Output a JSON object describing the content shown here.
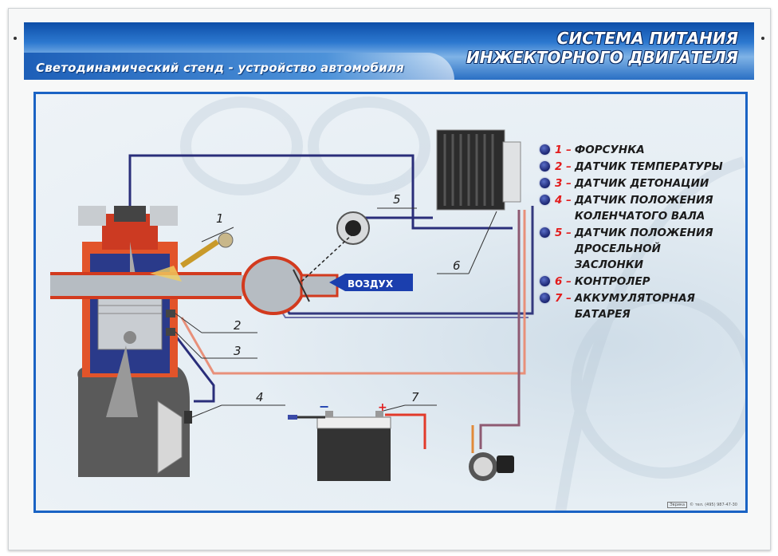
{
  "header": {
    "subtitle": "Светодинамический стенд - устройство автомобиля",
    "title_line1": "СИСТЕМА ПИТАНИЯ",
    "title_line2": "ИНЖЕКТОРНОГО ДВИГАТЕЛЯ"
  },
  "diagram": {
    "air_label": "ВОЗДУХ",
    "callouts": [
      "1",
      "2",
      "3",
      "4",
      "5",
      "6",
      "7"
    ],
    "battery_minus": "−",
    "battery_plus": "+"
  },
  "legend": [
    {
      "num": "1 –",
      "text": "ФОРСУНКА"
    },
    {
      "num": "2 –",
      "text": "ДАТЧИК ТЕМПЕРАТУРЫ"
    },
    {
      "num": "3 –",
      "text": "ДАТЧИК ДЕТОНАЦИИ"
    },
    {
      "num": "4 –",
      "text": "ДАТЧИК ПОЛОЖЕНИЯ\nКОЛЕНЧАТОГО ВАЛА"
    },
    {
      "num": "5 –",
      "text": "ДАТЧИК ПОЛОЖЕНИЯ\nДРОСЕЛЬНОЙ\nЗАСЛОНКИ"
    },
    {
      "num": "6 –",
      "text": "КОНТРОЛЕР"
    },
    {
      "num": "7 –",
      "text": "АККУМУЛЯТОРНАЯ\nБАТАРЕЯ"
    }
  ],
  "footer": {
    "brand": "Эврика",
    "copyright": "© тел. (495) 987-47-30"
  },
  "colors": {
    "wire_blue": "#2a2e7a",
    "wire_red": "#e8533a",
    "frame_blue": "#1a63c4",
    "legend_num": "#e21c1c"
  }
}
